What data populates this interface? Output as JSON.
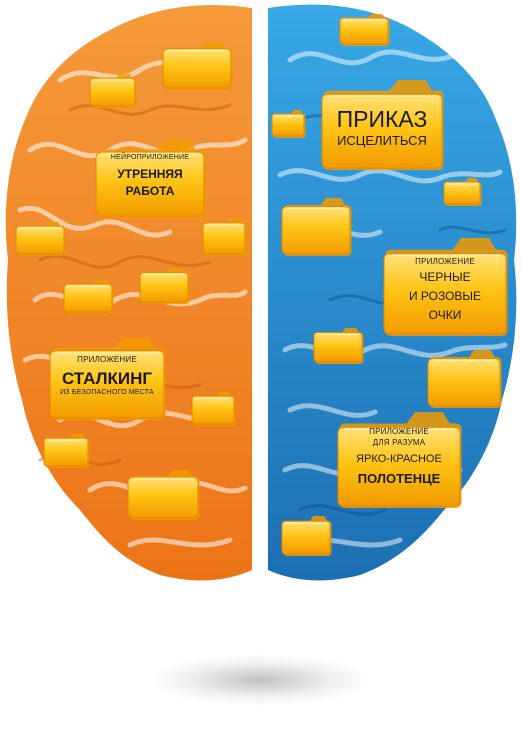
{
  "colors": {
    "left_brain": "#f07f1e",
    "left_brain_dark": "#c85a0a",
    "right_brain": "#2a8fd0",
    "right_brain_dark": "#155f98",
    "folder": "#ffc414",
    "folder_dark": "#f29a00"
  },
  "labels": {
    "morning_work": {
      "kicker": "НЕЙРОПРИЛОЖЕНИЕ",
      "line1": "УТРЕННЯЯ",
      "line2": "РАБОТА"
    },
    "stalking": {
      "kicker": "ПРИЛОЖЕНИЕ",
      "title": "СТАЛКИНГ",
      "sub": "ИЗ БЕЗОПАСНОГО МЕСТА"
    },
    "heal": {
      "title": "ПРИКАЗ",
      "sub": "ИСЦЕЛИТЬСЯ"
    },
    "glasses": {
      "kicker": "ПРИЛОЖЕНИЕ",
      "line1": "ЧЕРНЫЕ",
      "line2": "И РОЗОВЫЕ",
      "line3": "ОЧКИ"
    },
    "towel": {
      "kicker1": "ПРИЛОЖЕНИЕ",
      "kicker2": "ДЛЯ РАЗУМА",
      "line1": "ЯРКО-КРАСНОЕ",
      "line2": "ПОЛОТЕНЦЕ"
    }
  }
}
